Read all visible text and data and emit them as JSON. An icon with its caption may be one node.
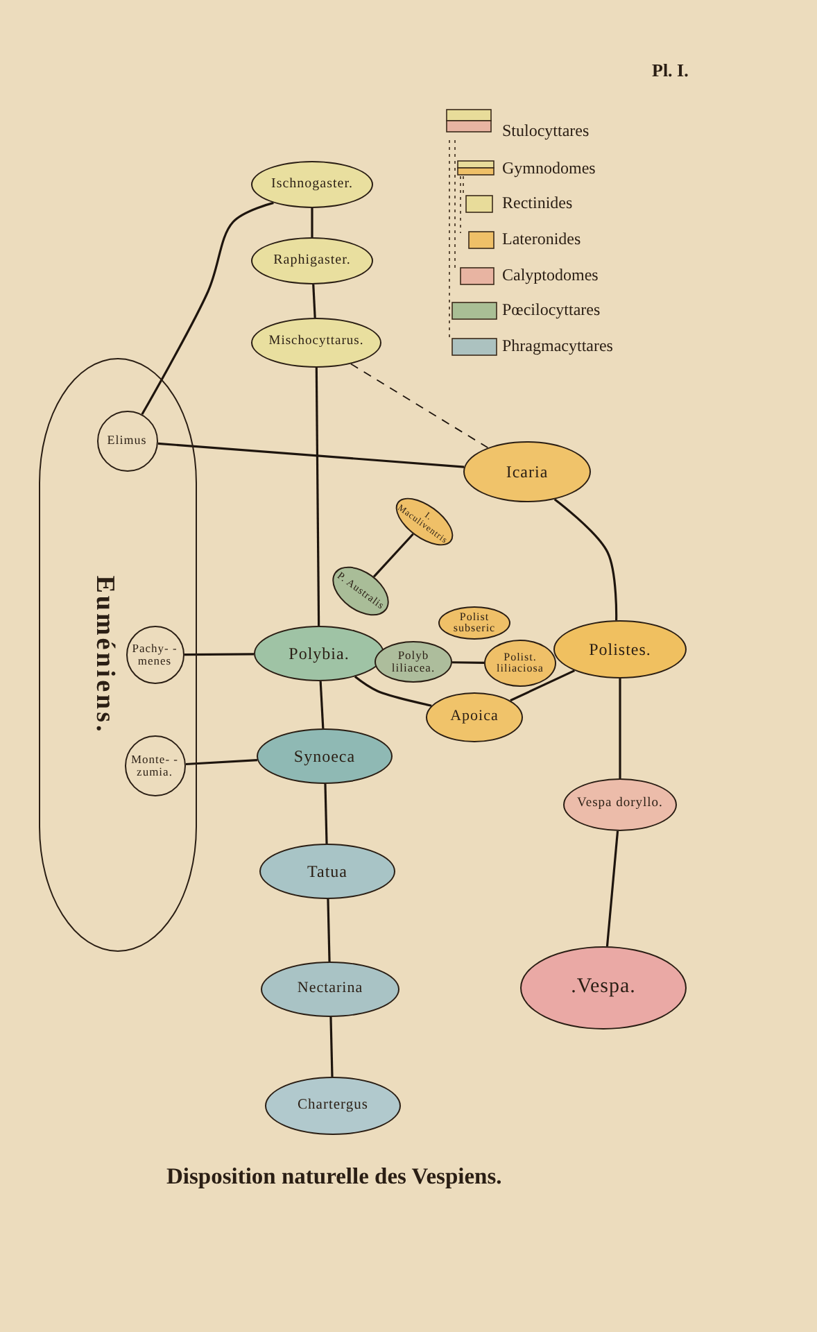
{
  "diagram": {
    "title": "Disposition naturelle des Vespiens.",
    "nodes": [
      {
        "text": [
          "Ischnogaster."
        ]
      },
      {
        "text": [
          "Raphigaster."
        ]
      },
      {
        "text": [
          "Mischocyttarus."
        ]
      },
      {
        "text": [
          "Euméniens."
        ]
      },
      {
        "text": [
          "Elimus"
        ],
        "in": 3
      },
      {
        "text": [
          "Icaria"
        ]
      },
      {
        "text": [
          "I. Maculiventris"
        ]
      },
      {
        "text": [
          "P. Australis"
        ]
      },
      {
        "text": [
          "Polist subseric"
        ]
      },
      {
        "text": [
          "Polybia."
        ]
      },
      {
        "text": [
          "Pachy- -menes"
        ],
        "in": 3
      },
      {
        "text": [
          "Polyb liliacea."
        ]
      },
      {
        "text": [
          "Polist. liliaciosa"
        ]
      },
      {
        "text": [
          "Polistes."
        ]
      },
      {
        "text": [
          "Apoica"
        ]
      },
      {
        "text": [
          "Monte- -zumia."
        ],
        "in": 3
      },
      {
        "text": [
          "Synoeca"
        ]
      },
      {
        "text": [
          "Vespa doryllo."
        ]
      },
      {
        "text": [
          "Tatua"
        ]
      },
      {
        "text": [
          "Nectarina"
        ]
      },
      {
        "text": [
          ".Vespa."
        ]
      },
      {
        "text": [
          "Chartergus"
        ]
      }
    ],
    "edges": [
      {
        "from": 0,
        "to": 1,
        "arrow": "none"
      },
      {
        "from": 1,
        "to": 2,
        "arrow": "none"
      },
      {
        "from": 2,
        "to": 9,
        "arrow": "none"
      },
      {
        "from": 2,
        "to": 5,
        "arrow": "none",
        "style": "dashed"
      },
      {
        "from": 4,
        "to": 0,
        "arrow": "none"
      },
      {
        "from": 4,
        "to": 5,
        "arrow": "none"
      },
      {
        "from": 5,
        "to": 13,
        "arrow": "none"
      },
      {
        "from": 6,
        "to": 7,
        "arrow": "none"
      },
      {
        "from": 10,
        "to": 9,
        "arrow": "none"
      },
      {
        "from": 11,
        "to": 12,
        "arrow": "none"
      },
      {
        "from": 9,
        "to": 14,
        "arrow": "none"
      },
      {
        "from": 14,
        "to": 13,
        "arrow": "none"
      },
      {
        "from": 9,
        "to": 16,
        "arrow": "none"
      },
      {
        "from": 15,
        "to": 16,
        "arrow": "none"
      },
      {
        "from": 16,
        "to": 18,
        "arrow": "none"
      },
      {
        "from": 18,
        "to": 19,
        "arrow": "none"
      },
      {
        "from": 19,
        "to": 21,
        "arrow": "none"
      },
      {
        "from": 13,
        "to": 17,
        "arrow": "none"
      },
      {
        "from": 17,
        "to": 20,
        "arrow": "none"
      }
    ],
    "labels": [
      "Pl. I."
    ],
    "legend": [
      {
        "text": "Stulocyttares"
      },
      {
        "text": "Gymnodomes"
      },
      {
        "text": "Rectinides",
        "color": "#e8dc9a"
      },
      {
        "text": "Lateronides",
        "color": "#efc068"
      },
      {
        "text": "Calyptodomes",
        "color": "#e8b4a2"
      },
      {
        "text": "Pœcilocyttares",
        "color": "#a9bf95"
      },
      {
        "text": "Phragmacyttares",
        "color": "#acc2c0"
      }
    ]
  }
}
